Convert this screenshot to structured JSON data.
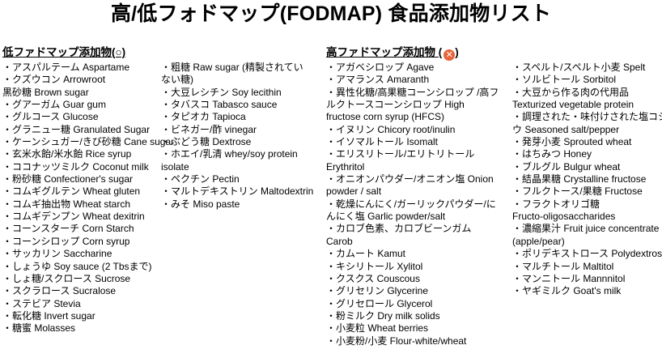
{
  "title": "高/低フォドマップ(FODMAP) 食品添加物リスト",
  "low_heading": "低ファドマップ添加物(○)",
  "high_heading_text": "高ファドマップ添加物 (",
  "high_heading_close": ")",
  "high_heading_icon": "x-mark-icon",
  "colors": {
    "badge": "#e8643a"
  },
  "low_col1": [
    "・アスパルテーム  Aspartame",
    "・クズウコン Arrowroot",
    "黒砂糖 Brown sugar",
    "・グアーガム  Guar gum",
    "・グルコース  Glucose",
    "・グラニュー糖  Granulated Sugar",
    "・ケーンシュガー/きび砂糖  Cane sugar",
    "・玄米水飴/米水飴  Rice syrup",
    "・ココナッツミルク  Coconut milk",
    "・粉砂糖  Confectioner's sugar",
    "・コムギグルテン  Wheat gluten",
    "・コムギ抽出物  Wheat starch",
    "・コムギデンプン  Wheat dexitrin",
    "・コーンスターチ  Corn Starch",
    "・コーンシロップ  Corn syrup",
    "・サッカリン  Saccharine",
    "・しょうゆ  Soy sauce (2 Tbsまで)",
    "・しょ糖/スクロース  Sucrose",
    "・スクラロース  Sucralose",
    "・ステビア  Stevia",
    "・転化糖  Invert sugar",
    "・糖蜜  Molasses"
  ],
  "low_col2": [
    [
      "・粗糖  Raw sugar (精製されてい",
      "ない糖)"
    ],
    [
      "・大豆レシチン  Soy lecithin"
    ],
    [
      "・タバスコ  Tabasco sauce"
    ],
    [
      "・タピオカ  Tapioca"
    ],
    [
      "・ビネガー/酢  vinegar"
    ],
    [
      "・ぶどう糖  Dextrose"
    ],
    [
      "・ホエイ/乳清  whey/soy protein",
      "isolate"
    ],
    [
      "・ペクチン  Pectin"
    ],
    [
      "・マルトデキストリン  Maltodextrin"
    ],
    [
      "・みそ  Miso paste"
    ]
  ],
  "high_col1": [
    [
      "・アガベシロップ  Agave"
    ],
    [
      "・アマランス  Amaranth"
    ],
    [
      "・異性化糖/高果糖コーンシロップ /高フ",
      "ルクトースコーンシロップ  High",
      "fructose corn syrup (HFCS)"
    ],
    [
      "・イヌリン  Chicory root/inulin"
    ],
    [
      "・イソマルトール  Isomalt"
    ],
    [
      "・エリスリトール/エリトリトール",
      "Erythritol"
    ],
    [
      "・オニオンパウダー/オニオン塩  Onion",
      "powder / salt"
    ],
    [
      "・乾燥にんにく/ガーリックパウダー/に",
      "んにく塩  Garlic powder/salt"
    ],
    [
      "・カロブ色素、カロブビーンガム",
      "Carob"
    ],
    [
      "・カムート  Kamut"
    ],
    [
      "・キシリトール  Xylitol"
    ],
    [
      "・クスクス  Couscous"
    ],
    [
      "・グリセリン  Glycerine"
    ],
    [
      "・グリセロール  Glycerol"
    ],
    [
      "・粉ミルク  Dry milk solids"
    ],
    [
      "・小麦粒  Wheat berries"
    ],
    [
      "・小麦粉/小麦  Flour-white/wheat"
    ]
  ],
  "high_col2": [
    [
      "・スペルト/スペルト小麦  Spelt"
    ],
    [
      "・ソルビトール  Sorbitol"
    ],
    [
      "・大豆から作る肉の代用品",
      "Texturized vegetable protein"
    ],
    [
      "・調理された・味付けされた塩コショ",
      "ウ  Seasoned salt/pepper"
    ],
    [
      "・発芽小麦  Sprouted wheat"
    ],
    [
      "・はちみつ  Honey"
    ],
    [
      "・ブルグル  Bulgur wheat"
    ],
    [
      "・結晶果糖  Crystalline fructose"
    ],
    [
      "・フルクトース/果糖  Fructose"
    ],
    [
      "・フラクトオリゴ糖",
      "Fructo-oligosaccharides"
    ],
    [
      "・濃縮果汁  Fruit juice concentrate",
      "(apple/pear)"
    ],
    [
      "・ポリデキストロース  Polydextrose"
    ],
    [
      "・マルチトール  Maltitol"
    ],
    [
      "・マンニトール  Mannnitol"
    ],
    [
      "・ヤギミルク  Goat's milk"
    ]
  ]
}
